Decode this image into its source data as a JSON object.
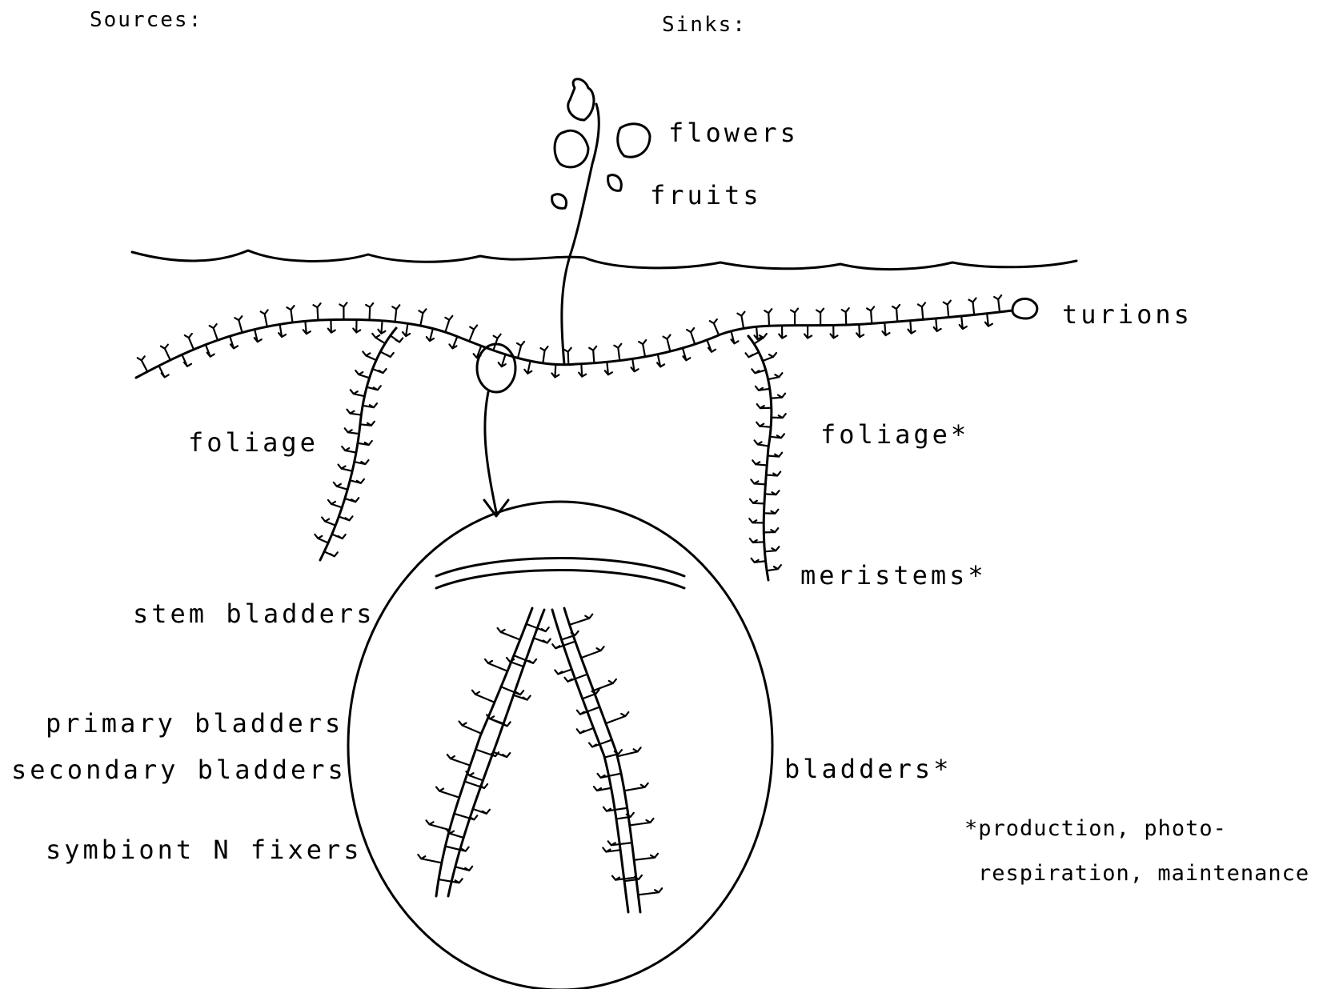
{
  "headers": {
    "sources": "Sources:",
    "sinks": "Sinks:"
  },
  "labels": {
    "flowers": "flowers",
    "fruits": "fruits",
    "turions": "turions",
    "foliage_source": "foliage",
    "foliage_sink": "foliage*",
    "meristems": "meristems*",
    "stem_bladders": "stem bladders",
    "primary_bladders": "primary bladders",
    "secondary_bladders": "secondary bladders",
    "symbiont_n_fixers": "symbiont N fixers",
    "bladders_sink": "bladders*"
  },
  "footnote": {
    "line1": "*production, photo-",
    "line2": "respiration, maintenance"
  },
  "colors": {
    "ink": "#000000",
    "paper": "#ffffff"
  }
}
